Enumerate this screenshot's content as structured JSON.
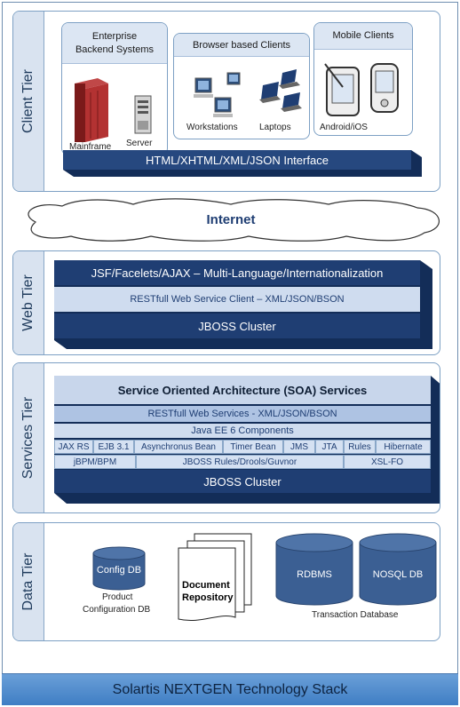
{
  "tiers": {
    "client": "Client Tier",
    "web": "Web Tier",
    "services": "Services Tier",
    "data": "Data Tier"
  },
  "client": {
    "enterprise": {
      "title_line1": "Enterprise",
      "title_line2": "Backend Systems",
      "mainframe": "Mainframe",
      "server": "Server"
    },
    "browser": {
      "title": "Browser based Clients",
      "workstations": "Workstations",
      "laptops": "Laptops"
    },
    "mobile": {
      "title": "Mobile Clients",
      "device": "Android/iOS"
    },
    "interface": "HTML/XHTML/XML/JSON Interface"
  },
  "internet": "Internet",
  "web": {
    "jsf": "JSF/Facelets/AJAX – Multi-Language/Internationalization",
    "rest_client": "RESTfull Web Service Client – XML/JSON/BSON",
    "cluster": "JBOSS Cluster"
  },
  "services": {
    "soa": "Service Oriented Architecture (SOA) Services",
    "rest": "RESTfull Web Services - XML/JSON/BSON",
    "javaee": "Java EE 6 Components",
    "row1": [
      "JAX RS",
      "EJB 3.1",
      "Asynchronus Bean",
      "Timer Bean",
      "JMS",
      "JTA",
      "Rules",
      "Hibernate"
    ],
    "row2": [
      "jBPM/BPM",
      "JBOSS Rules/Drools/Guvnor",
      "XSL-FO"
    ],
    "cluster": "JBOSS Cluster"
  },
  "data": {
    "config_db": "Config DB",
    "config_caption_line1": "Product",
    "config_caption_line2": "Configuration DB",
    "doc_line1": "Document",
    "doc_line2": "Repository",
    "rdbms": "RDBMS",
    "nosql": "NOSQL DB",
    "transaction": "Transaction Database"
  },
  "footer": "Solartis NEXTGEN Technology Stack"
}
